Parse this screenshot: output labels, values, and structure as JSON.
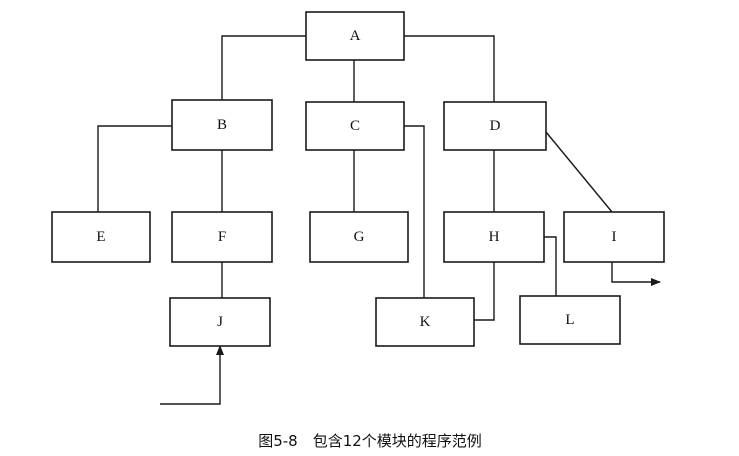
{
  "modules": {
    "A": "A",
    "B": "B",
    "C": "C",
    "D": "D",
    "E": "E",
    "F": "F",
    "G": "G",
    "H": "H",
    "I": "I",
    "J": "J",
    "K": "K",
    "L": "L"
  },
  "caption": "图5-8　包含12个模块的程序范例"
}
